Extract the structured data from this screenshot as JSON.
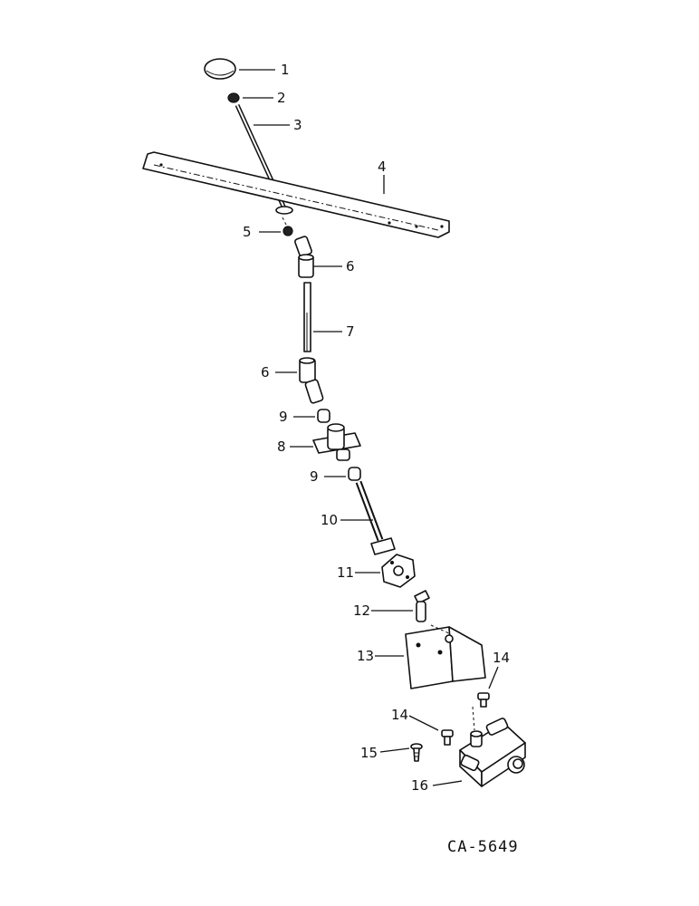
{
  "drawing_code": "CA-5649",
  "callouts": [
    {
      "id": "c1",
      "text": "1"
    },
    {
      "id": "c2",
      "text": "2"
    },
    {
      "id": "c3",
      "text": "3"
    },
    {
      "id": "c4",
      "text": "4"
    },
    {
      "id": "c5",
      "text": "5"
    },
    {
      "id": "c6a",
      "text": "6"
    },
    {
      "id": "c7",
      "text": "7"
    },
    {
      "id": "c6b",
      "text": "6"
    },
    {
      "id": "c9a",
      "text": "9"
    },
    {
      "id": "c8",
      "text": "8"
    },
    {
      "id": "c9b",
      "text": "9"
    },
    {
      "id": "c10",
      "text": "10"
    },
    {
      "id": "c11",
      "text": "11"
    },
    {
      "id": "c12",
      "text": "12"
    },
    {
      "id": "c13",
      "text": "13"
    },
    {
      "id": "c14a",
      "text": "14"
    },
    {
      "id": "c14b",
      "text": "14"
    },
    {
      "id": "c15",
      "text": "15"
    },
    {
      "id": "c16",
      "text": "16"
    }
  ]
}
